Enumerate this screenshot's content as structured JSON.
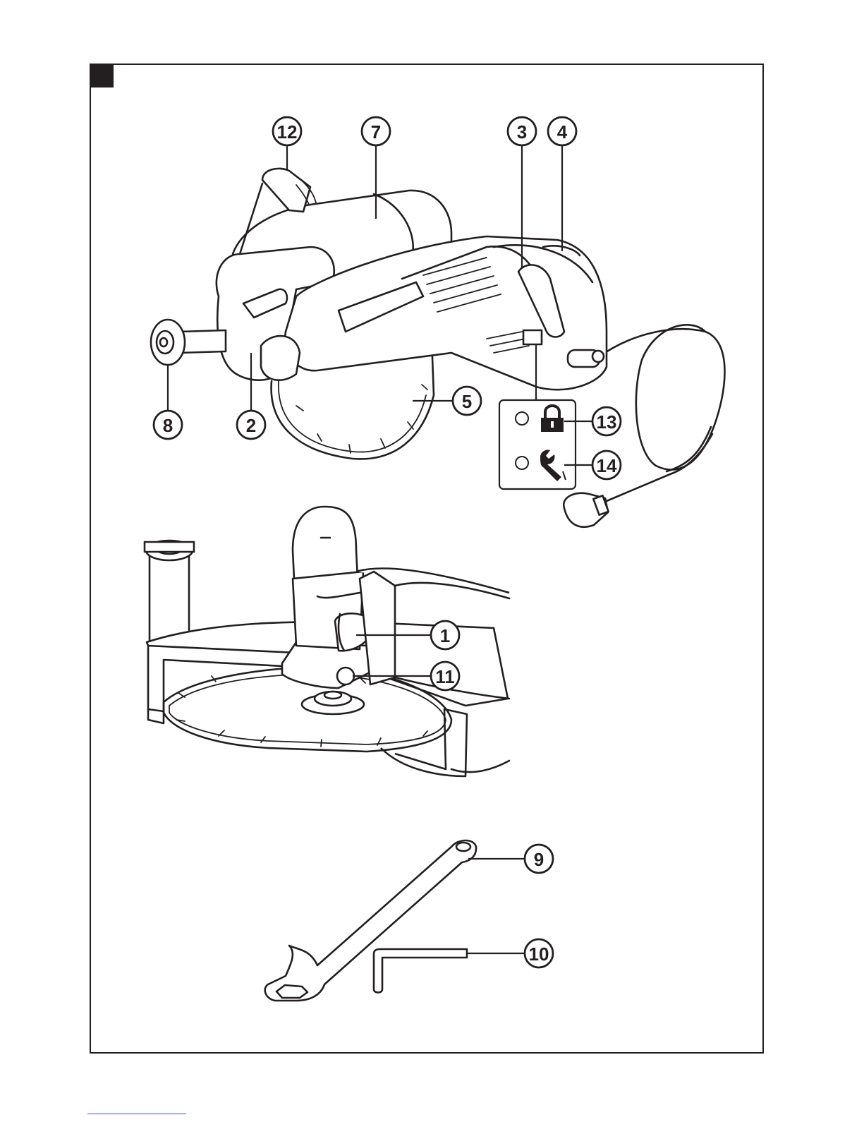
{
  "figure": {
    "page_marker": "",
    "callouts": [
      {
        "id": "1",
        "label": "1"
      },
      {
        "id": "2",
        "label": "2"
      },
      {
        "id": "3",
        "label": "3"
      },
      {
        "id": "4",
        "label": "4"
      },
      {
        "id": "5",
        "label": "5"
      },
      {
        "id": "7",
        "label": "7"
      },
      {
        "id": "8",
        "label": "8"
      },
      {
        "id": "9",
        "label": "9"
      },
      {
        "id": "10",
        "label": "10"
      },
      {
        "id": "11",
        "label": "11"
      },
      {
        "id": "12",
        "label": "12"
      },
      {
        "id": "13",
        "label": "13"
      },
      {
        "id": "14",
        "label": "14"
      }
    ],
    "indicator_icons": [
      "lock-icon",
      "wrench-icon"
    ]
  }
}
